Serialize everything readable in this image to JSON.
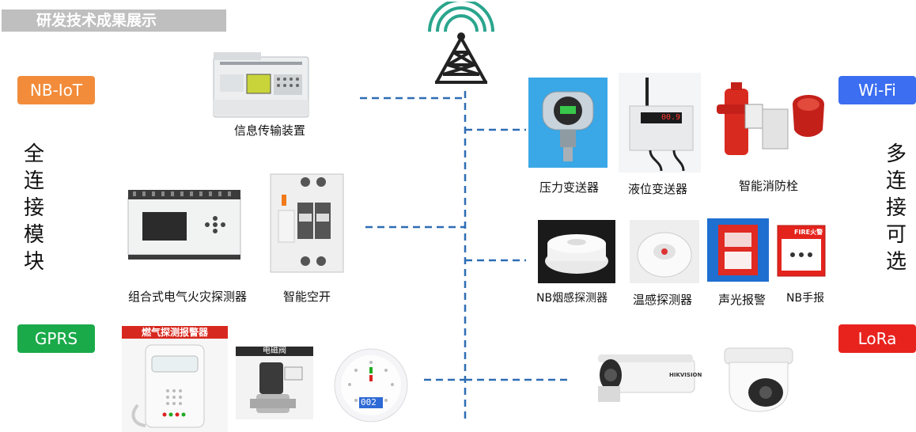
{
  "title": "研发技术成果展示",
  "tags": {
    "nbiot": {
      "label": "NB-IoT",
      "color": "#f28c3b"
    },
    "gprs": {
      "label": "GPRS",
      "color": "#1aaa4a"
    },
    "wifi": {
      "label": "Wi-Fi",
      "color": "#3b6ef0"
    },
    "lora": {
      "label": "LoRa",
      "color": "#e8231e"
    }
  },
  "left_vertical": [
    "全",
    "连",
    "接",
    "模",
    "块"
  ],
  "right_vertical": [
    "多",
    "连",
    "接",
    "可",
    "选"
  ],
  "devices": {
    "info_transfer": "信息传输装置",
    "electric_fire": "组合式电气火灾探测器",
    "smart_switch": "智能空开",
    "gas_header": "燃气探测报警器",
    "valve_header": "电磁阀",
    "co_display": "002",
    "pressure": "压力变送器",
    "level": "液位变送器",
    "hydrant": "智能消防栓",
    "level_display": "00.9",
    "smoke": "NB烟感探测器",
    "temp": "温感探测器",
    "sound_light": "声光报警",
    "manual": "NB手报",
    "manual_header": "FIRE火警",
    "camera_brand": "HIKVISION"
  },
  "line_color": "#2e6db4"
}
